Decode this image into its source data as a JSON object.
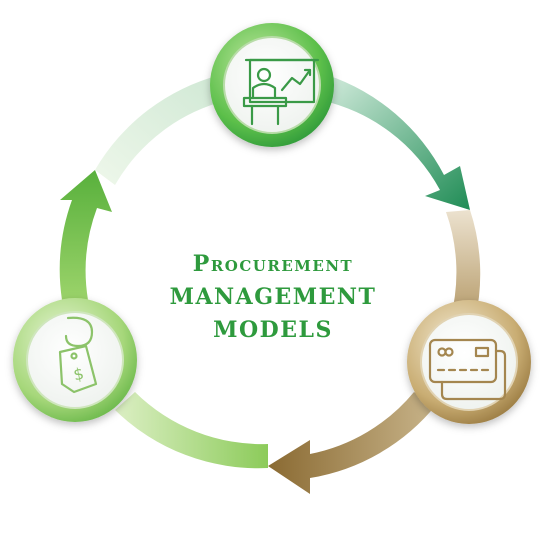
{
  "diagram": {
    "title_lines": [
      "Procurement",
      "management",
      "models"
    ],
    "nodes": [
      {
        "icon": "presentation-icon"
      },
      {
        "icon": "credit-cards-icon"
      },
      {
        "icon": "price-tag-icon"
      }
    ],
    "colors": {
      "title": "#2e9a3d",
      "green_dark": "#1e8a4a",
      "green_light": "#8cca5a",
      "gold": "#9b7a42",
      "gold_light": "#c9b487"
    }
  }
}
